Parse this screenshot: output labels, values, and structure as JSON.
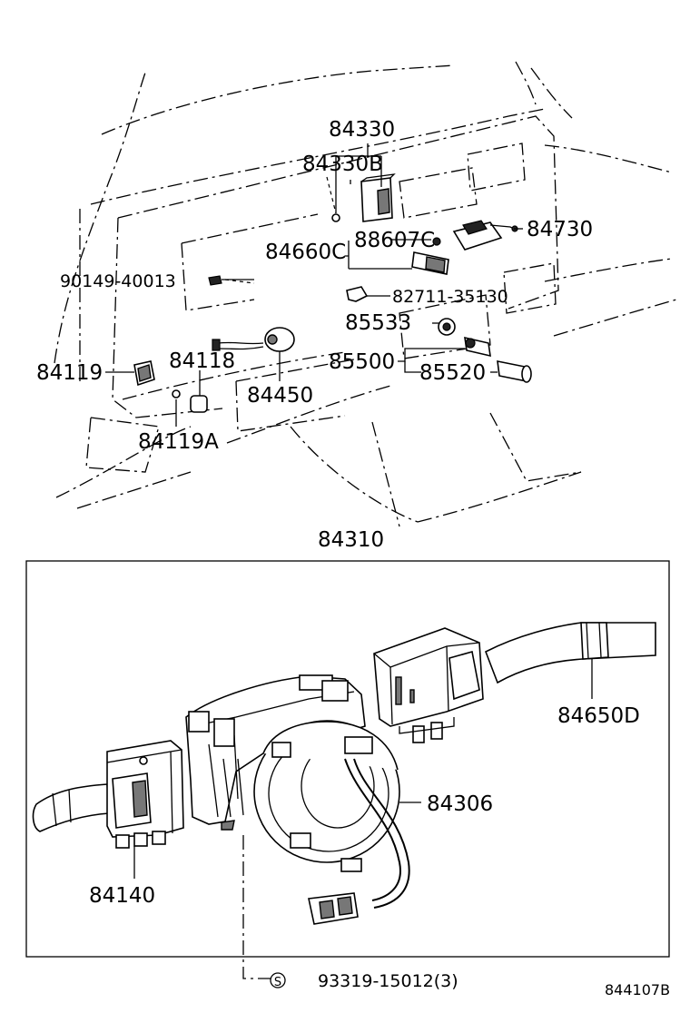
{
  "diagram": {
    "parts": [
      "84330",
      "84330B",
      "88607C",
      "84730",
      "84660C",
      "90149-40013",
      "82711-35130",
      "85533",
      "84119",
      "84118",
      "85500",
      "85520",
      "84450",
      "84119A",
      "84310",
      "84650D",
      "84306",
      "84140"
    ],
    "fastener": {
      "symbol": "S",
      "part": "93319-15012(3)"
    },
    "figure_code": "844107B"
  }
}
